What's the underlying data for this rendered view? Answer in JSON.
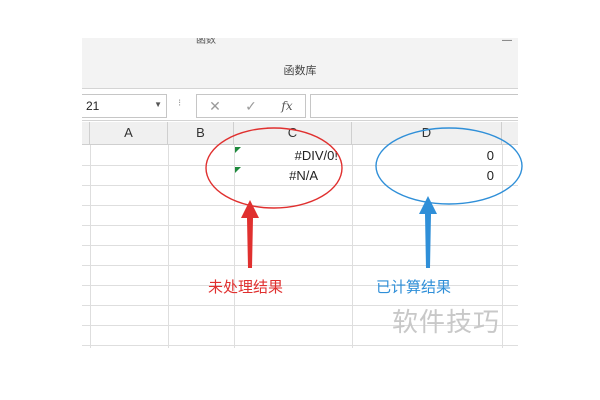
{
  "ribbon": {
    "top_fragment_left": "函数",
    "top_fragment_right": "—",
    "group_label": "函数库"
  },
  "formula_bar": {
    "name_box": "21",
    "dropdown_icon": "▼",
    "separator": "⁝",
    "cancel_icon": "✕",
    "confirm_icon": "✓",
    "fx_icon": "fx",
    "formula": ""
  },
  "columns": [
    "A",
    "B",
    "C",
    "D"
  ],
  "cells": {
    "C1": "#DIV/0!",
    "C2": "#N/A",
    "D1": "0",
    "D2": "0"
  },
  "annotations": {
    "red_note": "未处理结果",
    "blue_note": "已计算结果",
    "red_color": "#e0302f",
    "blue_color": "#2f8fd8"
  },
  "watermark": "软件技巧"
}
